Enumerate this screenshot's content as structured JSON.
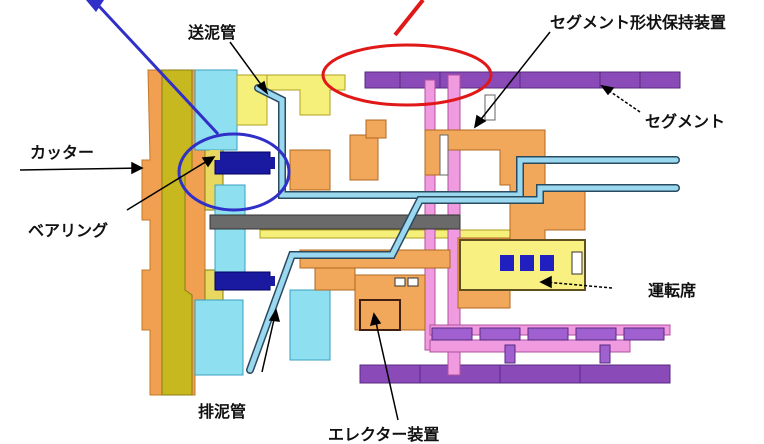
{
  "labels": {
    "cutter": "カッター",
    "bearing": "ベアリング",
    "slurry_feed_pipe": "送泥管",
    "slurry_discharge_pipe": "排泥管",
    "segment": "セグメント",
    "segment_shape_holder": "セグメント形状保持装置",
    "operator_seat": "運転席",
    "erector": "エレクター装置"
  },
  "colors": {
    "cutter_head": "#f0a050",
    "cutter_face": "#c8b820",
    "bulkhead": "#f5f07a",
    "cyan_body": "#8ee0f0",
    "machine_orange": "#f2a85a",
    "segment_purple": "#8a4ab8",
    "pink_frame": "#f09ae0",
    "bearing_navy": "#1a1aa0",
    "pipe_blue": "#9ad8f0",
    "annotation_red": "#e01818",
    "annotation_blue": "#3030c8"
  }
}
